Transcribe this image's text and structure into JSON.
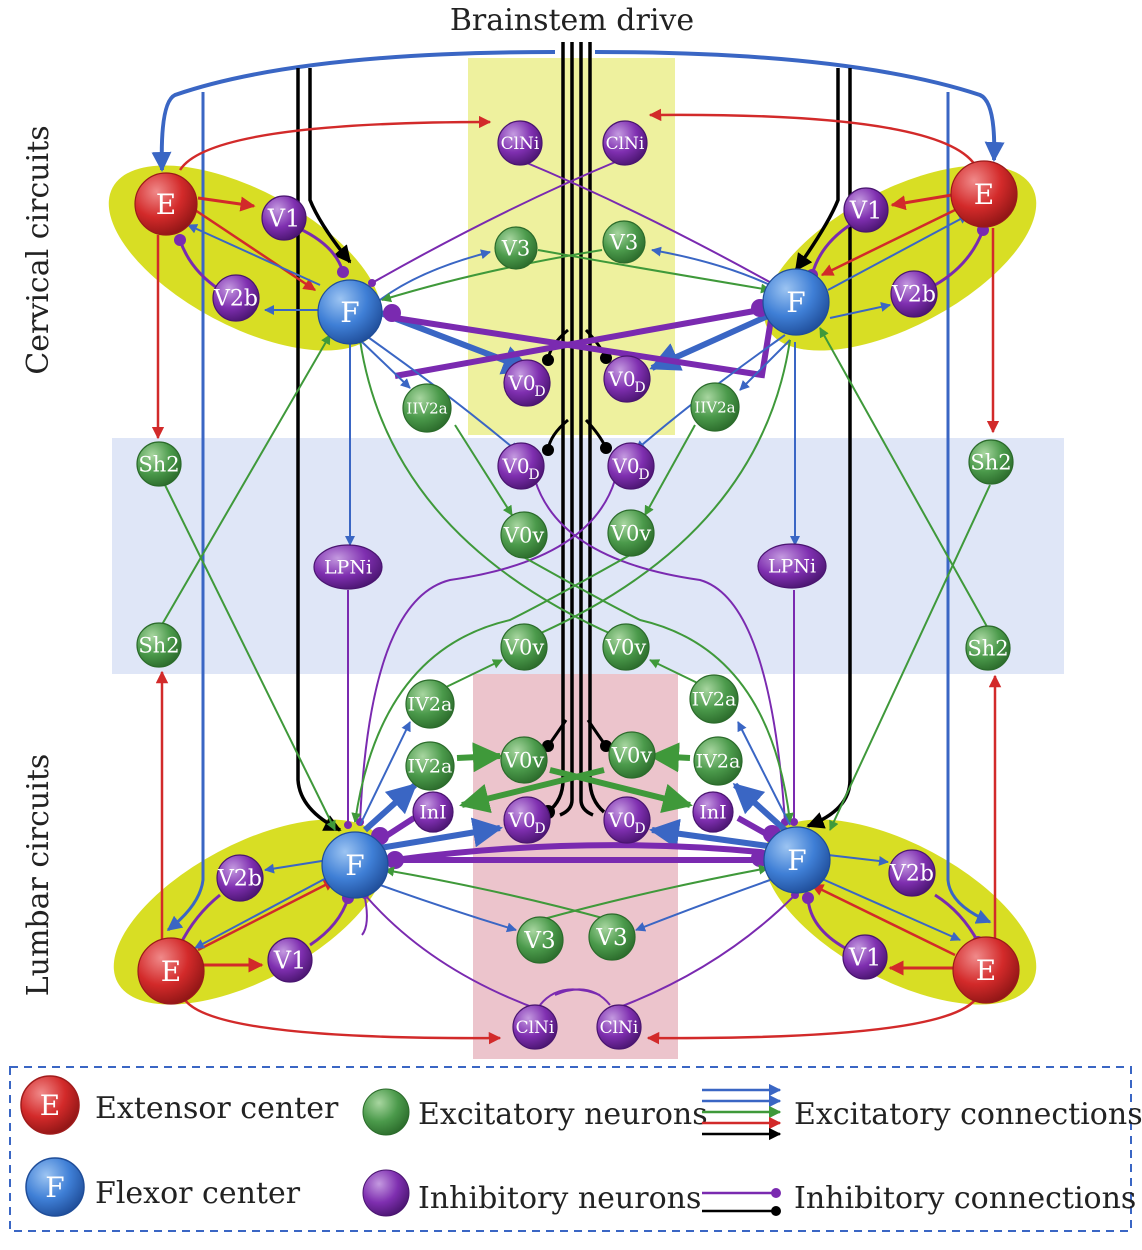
{
  "title": "Brainstem drive",
  "side_labels": {
    "cervical": "Cervical circuits",
    "lumbar": "Lumbar circuits"
  },
  "colors": {
    "extensor": "#d32a2a",
    "flexor": "#3f7fd6",
    "excitatory": "#4b9a4b",
    "inhibitory": "#7f2fb0",
    "conn_blue": "#3a66c4",
    "conn_green": "#3f993a",
    "conn_red": "#d22a2a",
    "conn_black": "#000000",
    "conn_purple": "#7a2ab0",
    "cervical_region": "#eef19e",
    "lumbar_region": "#ecc4cc",
    "middle_region": "#dfe6f7",
    "pool_highlight": "#d8de24"
  },
  "nodes": {
    "cE_L": "E",
    "cE_R": "E",
    "cF_L": "F",
    "cF_R": "F",
    "cV1_L": "V1",
    "cV1_R": "V1",
    "cV2b_L": "V2b",
    "cV2b_R": "V2b",
    "cClNi_L": "ClNi",
    "cClNi_R": "ClNi",
    "cV3_L": "V3",
    "cV3_R": "V3",
    "cV0D_L": "V0",
    "cV0D_R": "V0",
    "cIIV2a_L": "IIV2a",
    "cIIV2a_R": "IIV2a",
    "Sh2_cL": "Sh2",
    "Sh2_cR": "Sh2",
    "Sh2_lL": "Sh2",
    "Sh2_lR": "Sh2",
    "mV0D_L": "V0",
    "mV0D_R": "V0",
    "mV0v_L": "V0v",
    "mV0v_R": "V0v",
    "LPNi_L": "LPNi",
    "LPNi_R": "LPNi",
    "lV0v_top_L": "V0v",
    "lV0v_top_R": "V0v",
    "lIV2a_top_L": "IV2a",
    "lIV2a_top_R": "IV2a",
    "lIV2a_L": "IV2a",
    "lIV2a_R": "IV2a",
    "lV0v_L": "V0v",
    "lV0v_R": "V0v",
    "lInI_L": "InI",
    "lInI_R": "InI",
    "lV0D_L": "V0",
    "lV0D_R": "V0",
    "lF_L": "F",
    "lF_R": "F",
    "lE_L": "E",
    "lE_R": "E",
    "lV2b_L": "V2b",
    "lV2b_R": "V2b",
    "lV1_L": "V1",
    "lV1_R": "V1",
    "lV3_L": "V3",
    "lV3_R": "V3",
    "lClNi_L": "ClNi",
    "lClNi_R": "ClNi"
  },
  "subscript": "D",
  "legend": {
    "extensor_symbol": "E",
    "extensor_label": "Extensor center",
    "flexor_symbol": "F",
    "flexor_label": "Flexor center",
    "excitatory_neurons": "Excitatory neurons",
    "inhibitory_neurons": "Inhibitory neurons",
    "excitatory_connections": "Excitatory connections",
    "inhibitory_connections": "Inhibitory connections"
  }
}
